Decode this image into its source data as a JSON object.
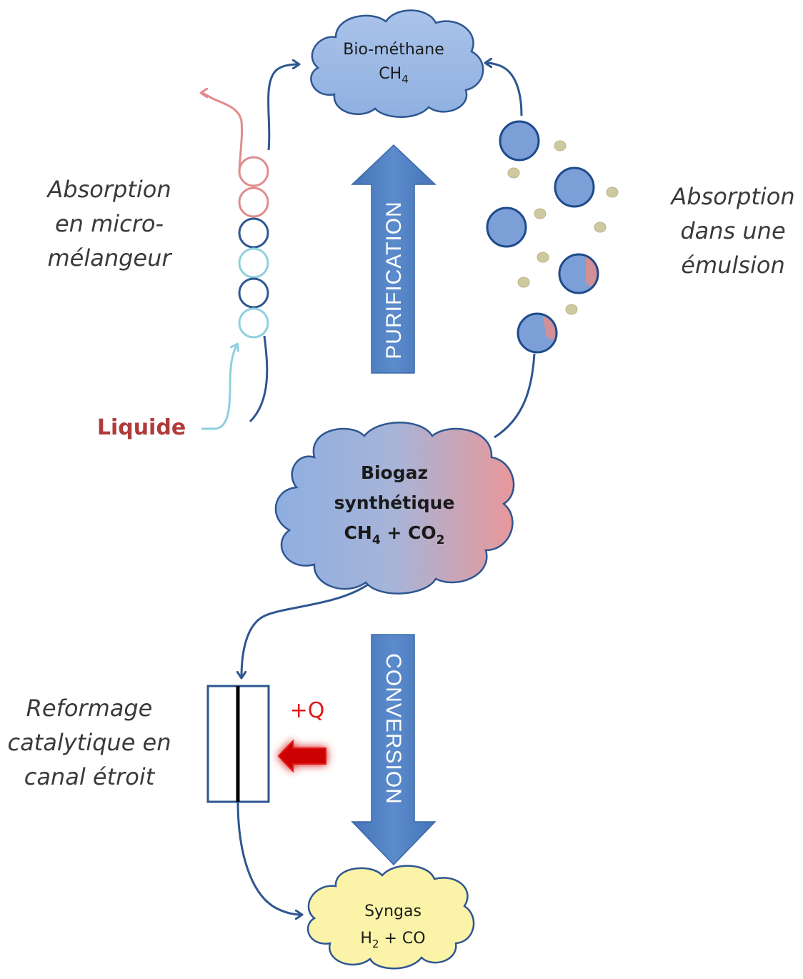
{
  "clouds": {
    "biomethane": {
      "line1": "Bio-méthane",
      "line2_main": "CH",
      "line2_sub": "4"
    },
    "biogaz": {
      "line1": "Biogaz",
      "line2": "synthétique",
      "formula": {
        "a": "CH",
        "a_sub": "4",
        "plus": " + CO",
        "b_sub": "2"
      }
    },
    "syngas": {
      "line1": "Syngas",
      "formula": {
        "a": "H",
        "a_sub": "2",
        "rest": " + CO"
      }
    }
  },
  "arrows": {
    "purification": "PURIFICATION",
    "conversion": "CONVERSION"
  },
  "labels": {
    "micromixer": [
      "Absorption",
      "en micro-",
      "mélangeur"
    ],
    "emulsion": [
      "Absorption",
      "dans une",
      "émulsion"
    ],
    "reforming": [
      "Reformage",
      "catalytique en",
      "canal étroit"
    ],
    "liquid": "Liquide",
    "heat": "+Q"
  },
  "colors": {
    "blue_arrow": "#4f7fc1",
    "cloud_blue": "#9bb6e0",
    "cloud_pink": "#e39a9a",
    "cloud_yellow": "#fbf4a8",
    "line_dark_blue": "#2e5691",
    "liquid_red": "#b03a3a",
    "heat_red": "#e01818",
    "light_blue": "#8fd0e0",
    "pink": "#e08c8c",
    "particle": "#cfc9a0"
  }
}
